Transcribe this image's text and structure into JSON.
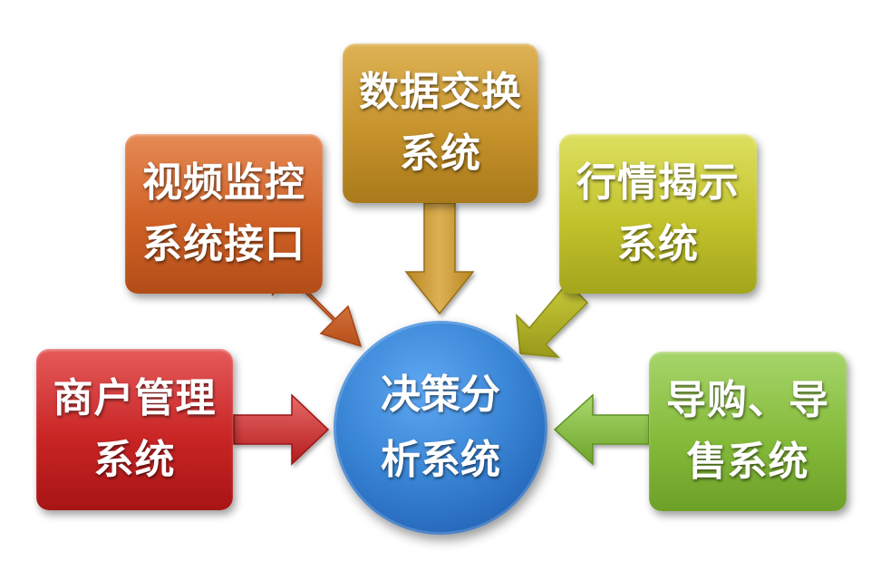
{
  "nodes": {
    "merchant": {
      "line1": "商户管理",
      "line2": "系统"
    },
    "video": {
      "line1": "视频监控",
      "line2": "系统接口"
    },
    "exchange": {
      "line1": "数据交换",
      "line2": "系统"
    },
    "ticker": {
      "line1": "行情揭示",
      "line2": "系统"
    },
    "guide": {
      "line1": "导购、导",
      "line2": "售系统"
    },
    "center": {
      "line1": "决策分",
      "line2": "析系统"
    }
  },
  "edges": [
    {
      "from": "merchant",
      "to": "center"
    },
    {
      "from": "video",
      "to": "center"
    },
    {
      "from": "exchange",
      "to": "center"
    },
    {
      "from": "ticker",
      "to": "center"
    },
    {
      "from": "guide",
      "to": "center"
    }
  ],
  "colors": {
    "merchant": "#c92525",
    "video": "#cf6126",
    "exchange": "#c6922b",
    "ticker": "#c2c22c",
    "guide": "#85bb3a",
    "center": "#3a86d6"
  }
}
